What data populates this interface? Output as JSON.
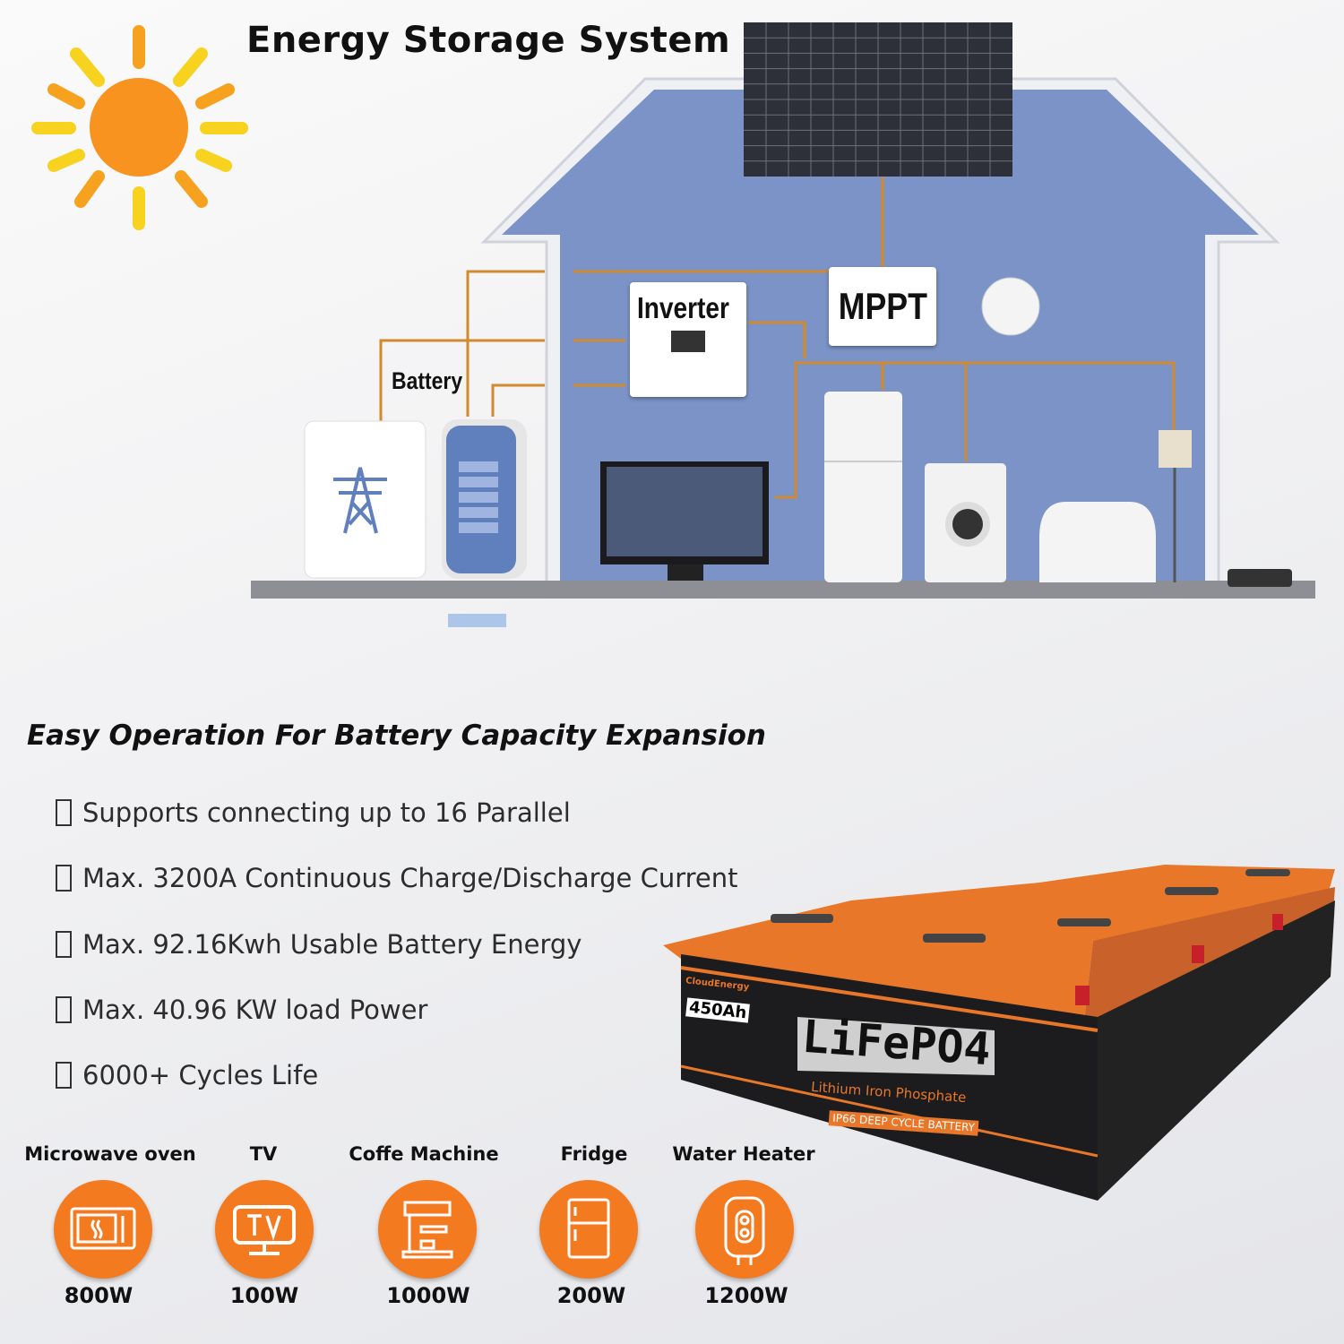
{
  "header": {
    "title": "Energy Storage System"
  },
  "diagram": {
    "inverter_label": "Inverter",
    "mppt_label": "MPPT",
    "battery_label": "Battery",
    "wire_color": "#d08a2f",
    "house_color": "#7b93c6"
  },
  "expansion": {
    "heading": "Easy Operation For Battery Capacity Expansion",
    "features": [
      "Supports connecting up to 16 Parallel",
      "Max. 3200A Continuous Charge/Discharge Current",
      "Max. 92.16Kwh Usable Battery Energy",
      "Max. 40.96 KW load Power",
      "6000+ Cycles Life"
    ]
  },
  "appliances": [
    {
      "name": "Microwave oven",
      "power": "800W",
      "icon": "microwave-icon"
    },
    {
      "name": "TV",
      "power": "100W",
      "icon": "tv-icon"
    },
    {
      "name": "Coffe Machine",
      "power": "1000W",
      "icon": "coffee-machine-icon"
    },
    {
      "name": "Fridge",
      "power": "200W",
      "icon": "fridge-icon"
    },
    {
      "name": "Water Heater",
      "power": "1200W",
      "icon": "water-heater-icon"
    }
  ],
  "product": {
    "capacity": "450Ah",
    "brand": "CloudEnergy",
    "chemistry": "LiFePO4",
    "subtitle": "Lithium Iron Phosphate",
    "rating": "IP66 DEEP CYCLE BATTERY",
    "accent": "#f47a20"
  }
}
